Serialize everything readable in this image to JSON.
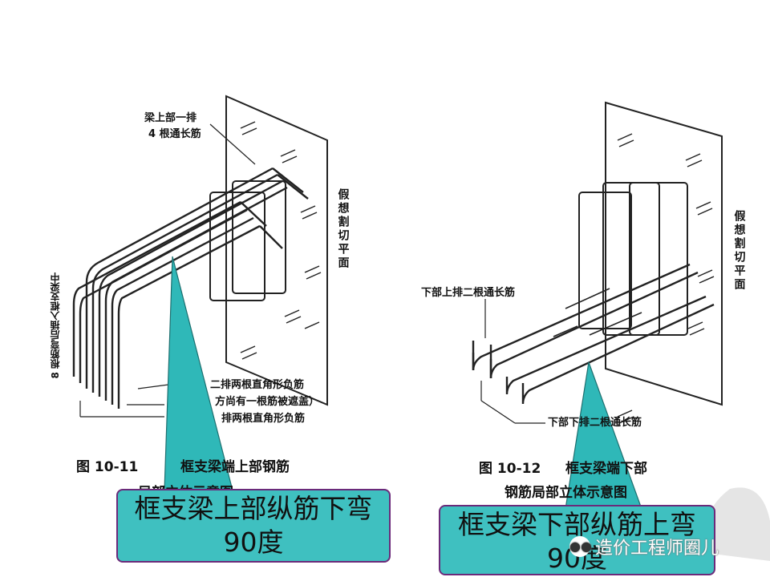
{
  "left_figure": {
    "label_top": "梁上部一排",
    "label_top2": "4 根通长筋",
    "label_plane": "假想割切平面",
    "label_side": "8 根筋弯后插入框支梁中",
    "label_row2a": "二排两根直角形负筋",
    "label_row2b": "方尚有一根筋被遮盖）",
    "label_row2c": "排两根直角形负筋",
    "caption": "图 10-11",
    "caption_b": "框支梁端上部钢筋",
    "caption_c": "局部立体示意图"
  },
  "right_figure": {
    "label_plane": "假想割切平面",
    "label_lower_top": "下部上排二根通长筋",
    "label_lower_bottom": "下部下排二根通长筋",
    "caption": "图 10-12",
    "caption_b": "框支梁端下部",
    "caption_c": "钢筋局部立体示意图"
  },
  "callouts": {
    "left": "框支梁上部纵筋下弯90度",
    "right": "框支梁下部纵筋上弯90度"
  },
  "watermark": "造价工程师圈儿",
  "colors": {
    "callout_fill": "#3fc0c0",
    "callout_border": "#6b2a7a",
    "pointer": "#2fb8b8"
  }
}
